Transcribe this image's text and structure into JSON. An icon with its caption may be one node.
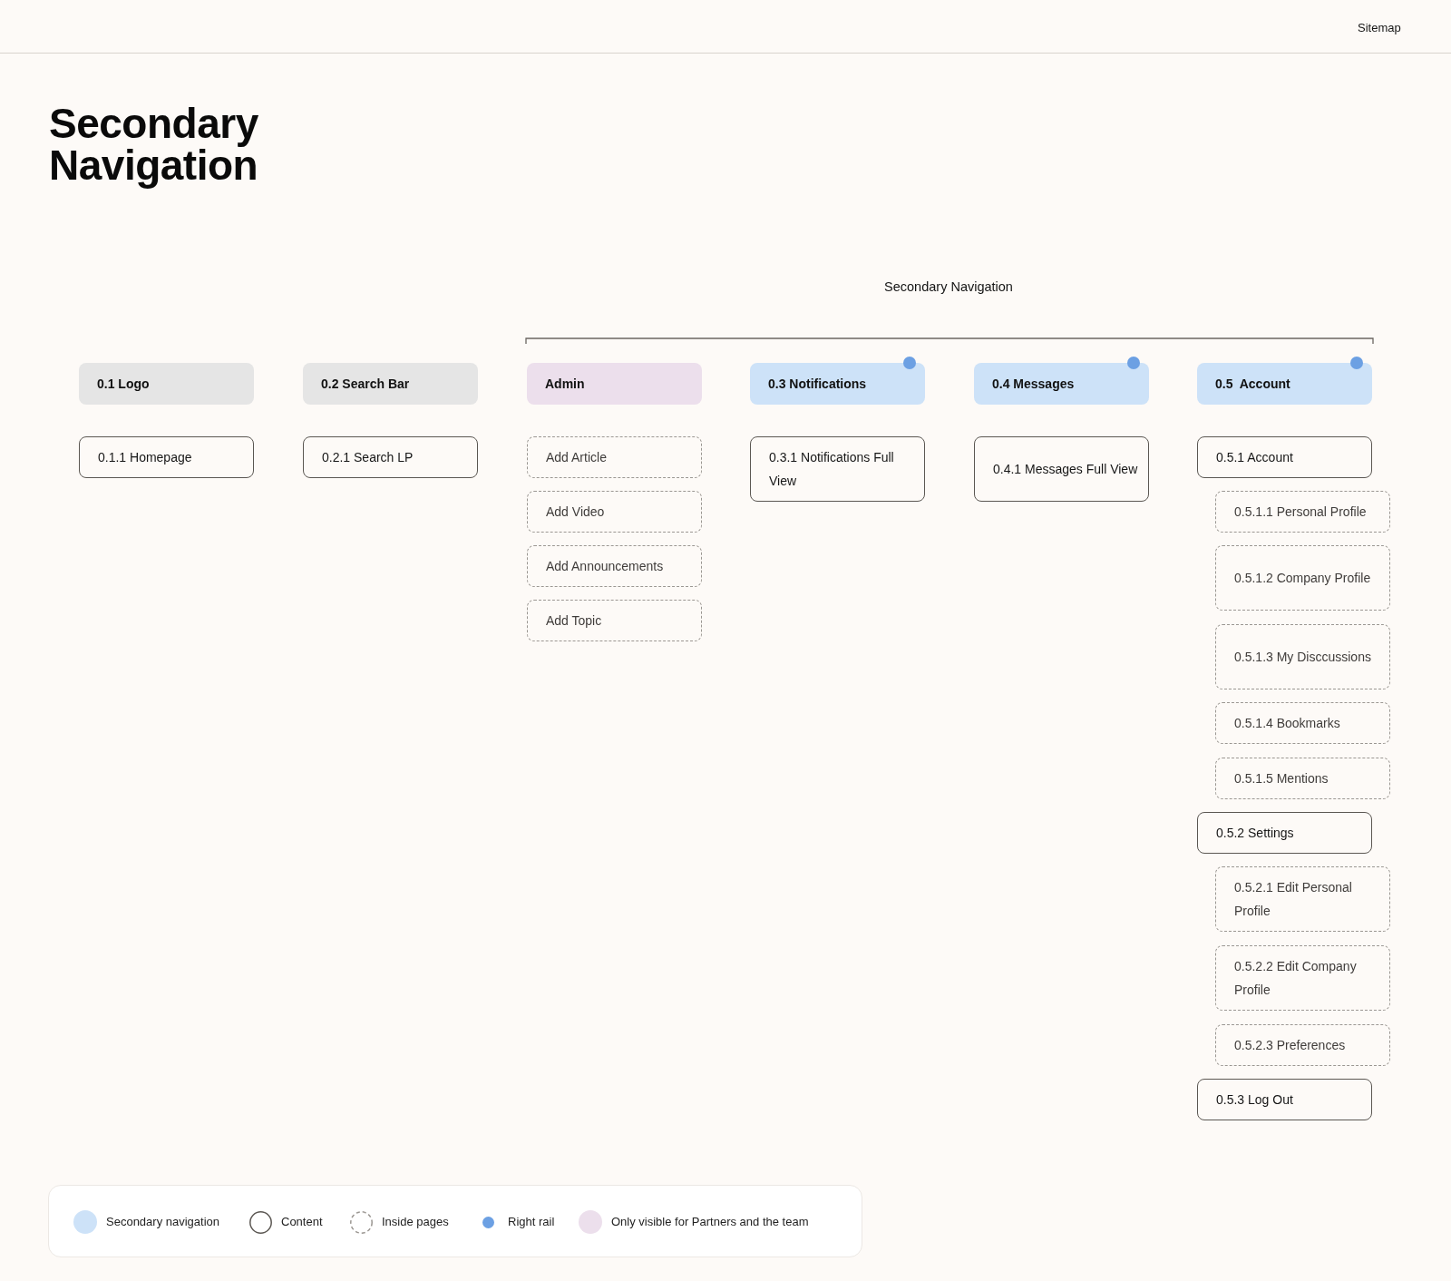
{
  "diagram": {
    "title": "Secondary Navigation",
    "nodes": [
      {
        "text": [
          "0.1 Logo"
        ]
      },
      {
        "text": [
          "0.1.1 Homepage"
        ]
      },
      {
        "text": [
          "0.2 Search Bar"
        ]
      },
      {
        "text": [
          "0.2.1 Search LP"
        ]
      },
      {
        "text": [
          "Admin"
        ]
      },
      {
        "text": [
          "Add Article"
        ]
      },
      {
        "text": [
          "Add Video"
        ]
      },
      {
        "text": [
          "Add Announcements"
        ]
      },
      {
        "text": [
          "Add Topic"
        ]
      },
      {
        "text": [
          "0.3 Notifications"
        ]
      },
      {
        "text": [
          "0.3.1 Notifications Full View"
        ]
      },
      {
        "text": [
          "0.4 Messages"
        ]
      },
      {
        "text": [
          "0.4.1 Messages Full View"
        ]
      },
      {
        "text": [
          "0.5  Account"
        ]
      },
      {
        "text": [
          "0.5.1 Account"
        ]
      },
      {
        "text": [
          "0.5.1.1 Personal Profile"
        ]
      },
      {
        "text": [
          "0.5.1.2 Company Profile"
        ]
      },
      {
        "text": [
          "0.5.1.3 My Disccussions"
        ]
      },
      {
        "text": [
          "0.5.1.4 Bookmarks"
        ]
      },
      {
        "text": [
          "0.5.1.5 Mentions"
        ]
      },
      {
        "text": [
          "0.5.2 Settings"
        ]
      },
      {
        "text": [
          "0.5.2.1 Edit Personal Profile"
        ]
      },
      {
        "text": [
          "0.5.2.2 Edit Company Profile"
        ]
      },
      {
        "text": [
          "0.5.2.3 Preferences"
        ]
      },
      {
        "text": [
          "0.5.3 Log Out"
        ]
      }
    ],
    "labels": [
      "Sitemap",
      "Secondary Navigation"
    ],
    "legend": [
      {
        "text": "Secondary navigation",
        "color": "#cde2f8"
      },
      {
        "text": "Content"
      },
      {
        "text": "Inside pages"
      },
      {
        "text": "Right rail",
        "color": "#6ca0e3"
      },
      {
        "text": "Only visible for Partners and the team",
        "color": "#ecdfec"
      }
    ]
  }
}
